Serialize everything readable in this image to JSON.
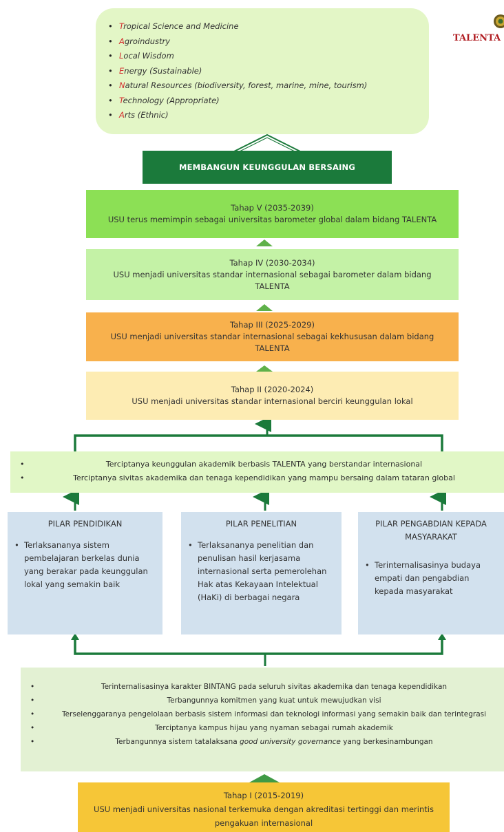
{
  "logo": {
    "text": "TALENTA"
  },
  "focus_areas": [
    {
      "first": "T",
      "rest": "ropical Science and Medicine"
    },
    {
      "first": "A",
      "rest": "groindustry"
    },
    {
      "first": "L",
      "rest": "ocal Wisdom"
    },
    {
      "first": "E",
      "rest": "nergy (Sustainable)"
    },
    {
      "first": "N",
      "rest": "atural Resources (biodiversity, forest, marine, mine, tourism)"
    },
    {
      "first": "T",
      "rest": "echnology (Appropriate)"
    },
    {
      "first": "A",
      "rest": "rts (Ethnic)"
    }
  ],
  "banner": "MEMBANGUN KEUNGGULAN BERSAING",
  "stages": {
    "s5": {
      "title": "Tahap V (2035-2039)",
      "desc": "USU terus memimpin sebagai universitas barometer global dalam bidang TALENTA"
    },
    "s4": {
      "title": "Tahap IV (2030-2034)",
      "desc": "USU menjadi universitas standar internasional sebagai barometer dalam bidang TALENTA"
    },
    "s3": {
      "title": "Tahap III (2025-2029)",
      "desc": "USU menjadi universitas standar internasional sebagai kekhususan dalam bidang TALENTA"
    },
    "s2": {
      "title": "Tahap II (2020-2024)",
      "desc": "USU menjadi universitas standar internasional berciri keunggulan lokal"
    },
    "s1": {
      "title": "Tahap I (2015-2019)",
      "desc": "USU menjadi universitas nasional terkemuka dengan akreditasi tertinggi dan merintis pengakuan internasional"
    }
  },
  "outcomes": [
    "Terciptanya keunggulan akademik berbasis TALENTA yang berstandar internasional",
    "Terciptanya sivitas akademika dan tenaga kependidikan yang mampu bersaing dalam tataran global"
  ],
  "pillars": [
    {
      "title": "PILAR PENDIDIKAN",
      "body": "Terlaksananya sistem pembelajaran berkelas dunia yang berakar pada keunggulan lokal yang semakin baik"
    },
    {
      "title": "PILAR PENELITIAN",
      "body": "Terlaksananya penelitian dan penulisan hasil kerjasama internasional serta pemerolehan Hak atas Kekayaan Intelektual (HaKi) di berbagai negara"
    },
    {
      "title": "PILAR PENGABDIAN KEPADA MASYARAKAT",
      "body": "Terinternalisasinya budaya empati dan pengabdian kepada masyarakat"
    }
  ],
  "foundation": {
    "item1": "Terinternalisasinya karakter BINTANG pada seluruh sivitas akademika dan tenaga kependidikan",
    "item2": "Terbangunnya komitmen yang kuat untuk mewujudkan visi",
    "item3": "Terselenggaranya pengelolaan berbasis sistem informasi dan teknologi informasi yang semakin baik dan terintegrasi",
    "item4": "Terciptanya kampus hijau yang nyaman sebagai rumah akademik",
    "item5_pre": "Terbangunnya sistem tatalaksana ",
    "item5_em": "good university governance",
    "item5_post": " yang berkesinambungan"
  },
  "bullet": "•",
  "colors": {
    "focus_bg": "#e3f6c6",
    "banner": "#1b7a3b",
    "stage5": "#8ce055",
    "stage4": "#c4f2a6",
    "stage3": "#f8b14d",
    "stage2": "#fdecb3",
    "stage1": "#f6c637",
    "pillar": "#d2e1ee",
    "outcomes": "#e1f7c6",
    "foundation": "#e3f1d3",
    "arrow": "#1b7a3b",
    "letter_accent": "#d32f2f"
  }
}
